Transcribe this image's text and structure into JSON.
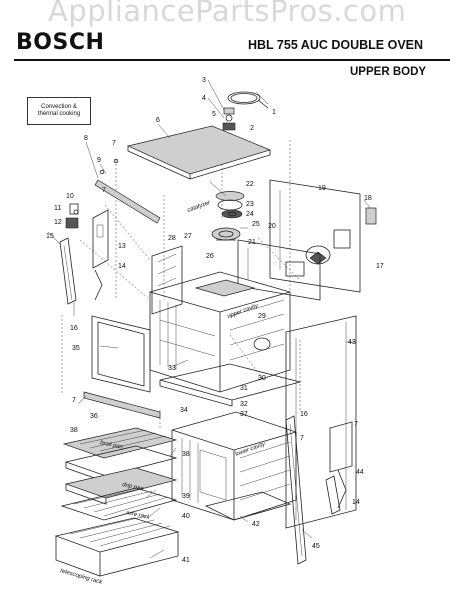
{
  "watermark": "AppliancePartsPros.com",
  "header": {
    "brand": "BOSCH",
    "model": "HBL 755 AUC DOUBLE OVEN",
    "section": "UPPER BODY"
  },
  "legend": {
    "line1": "Convection &",
    "line2": "thermal cooking"
  },
  "part_labels": {
    "catalyzer": "catalyzer",
    "upper_cavity": "upper cavity",
    "lower_cavity": "lower cavity",
    "broil_pan": "broil pan",
    "drip_pan": "drip pan",
    "wire_rack": "wire rack",
    "telescoping_rack": "telescoping rack"
  },
  "callouts": [
    "1",
    "2",
    "3",
    "4",
    "5",
    "6",
    "7",
    "8",
    "9",
    "10",
    "11",
    "12",
    "13",
    "14",
    "15",
    "16",
    "17",
    "18",
    "19",
    "20",
    "21",
    "22",
    "23",
    "24",
    "25",
    "26",
    "27",
    "28",
    "29",
    "30",
    "31",
    "32",
    "33",
    "34",
    "35",
    "36",
    "37",
    "38",
    "39",
    "40",
    "41",
    "42",
    "43",
    "44",
    "45"
  ]
}
